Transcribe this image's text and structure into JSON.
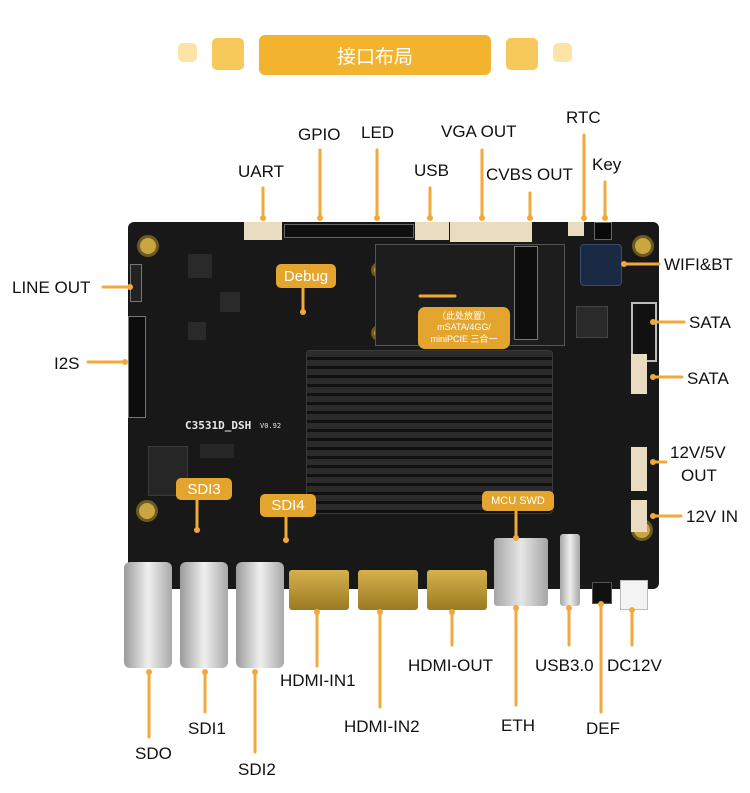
{
  "title": "接口布局",
  "board_silkscreen": "C3531D_DSH",
  "board_version": "V0.92",
  "labels": {
    "uart": "UART",
    "gpio": "GPIO",
    "led": "LED",
    "usb": "USB",
    "vga_out": "VGA OUT",
    "cvbs_out": "CVBS OUT",
    "rtc": "RTC",
    "key": "Key",
    "line_out": "LINE OUT",
    "wifi_bt": "WIFI&BT",
    "i2s": "I2S",
    "sata1": "SATA",
    "sata2": "SATA",
    "out_12v5v_line1": "12V/5V",
    "out_12v5v_line2": "OUT",
    "in_12v": "12V IN",
    "sdo": "SDO",
    "sdi1": "SDI1",
    "sdi2": "SDI2",
    "hdmi_in1": "HDMI-IN1",
    "hdmi_in2": "HDMI-IN2",
    "hdmi_out": "HDMI-OUT",
    "eth": "ETH",
    "usb30": "USB3.0",
    "def": "DEF",
    "dc12v": "DC12V"
  },
  "callouts": {
    "debug": "Debug",
    "sdi3": "SDI3",
    "sdi4": "SDI4",
    "mcu_swd": "MCU SWD",
    "slot_line1": "（此处放置）",
    "slot_line2": "mSATA/4GG/",
    "slot_line3": "miniPCIE 三合一"
  },
  "colors": {
    "accent": "#f2b42e",
    "callout": "#e4a52e",
    "board": "#181818",
    "leader": "#f0a93a"
  }
}
